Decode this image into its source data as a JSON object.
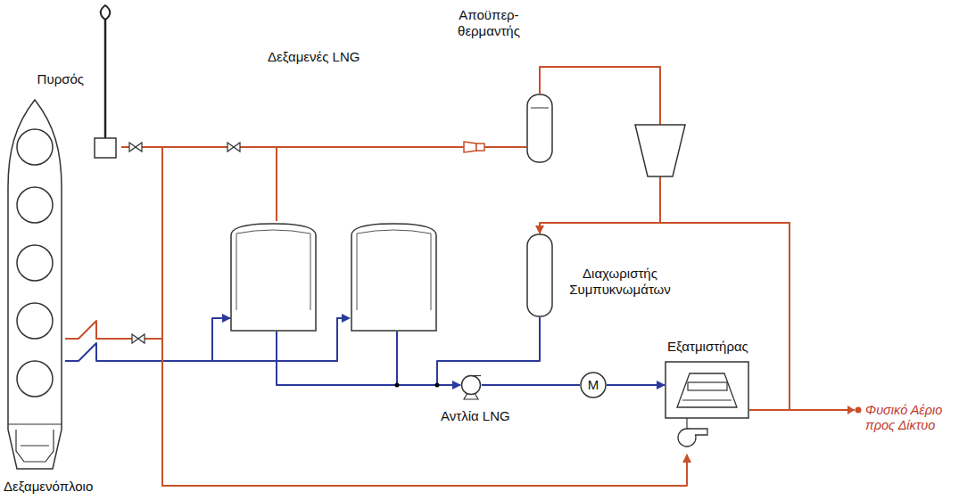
{
  "diagram": {
    "nodes": [
      {
        "text": [
          "Πυρσός"
        ]
      },
      {
        "text": [
          "Δεξαμενόπλοιο"
        ]
      },
      {
        "text": [
          "Δεξαμενές LNG"
        ]
      },
      {
        "text": [
          "Αποϋπερ- θερμαντής"
        ]
      },
      {
        "text": [
          "Διαχωριστής Συμπυκνωμάτων"
        ]
      },
      {
        "text": [
          "Αντλία LNG"
        ]
      },
      {
        "text": [
          "M"
        ]
      },
      {
        "text": [
          "Εξατμιστήρας"
        ]
      }
    ],
    "edges": [
      {
        "from": 2,
        "to": 3,
        "arrow": "none"
      },
      {
        "from": 2,
        "to": 0,
        "arrow": "none"
      },
      {
        "from": 2,
        "to": 1,
        "arrow": "none"
      },
      {
        "from": 1,
        "to": 2,
        "arrow": "to"
      },
      {
        "from": 3,
        "to": 4,
        "arrow": "to"
      },
      {
        "from": 4,
        "to": 5,
        "arrow": "to"
      },
      {
        "from": 2,
        "to": 5,
        "arrow": "none"
      },
      {
        "from": 5,
        "to": 6,
        "arrow": "none"
      },
      {
        "from": 6,
        "to": 7,
        "arrow": "to"
      },
      {
        "from": 2,
        "to": 7,
        "arrow": "to"
      }
    ],
    "labels": [
      "Φυσικό Αέριο προς Δίκτυο"
    ]
  }
}
